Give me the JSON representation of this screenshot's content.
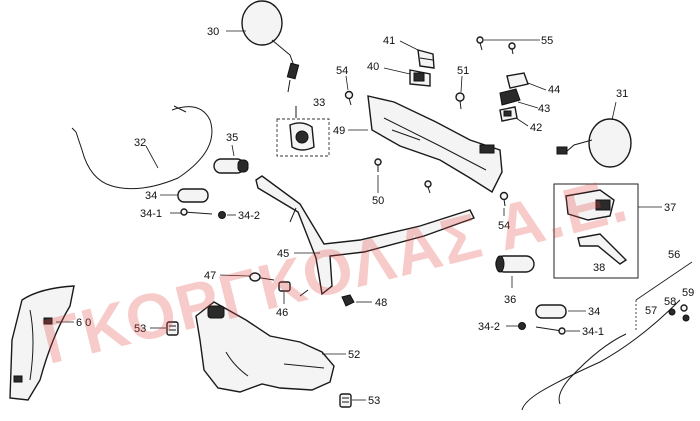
{
  "watermark": "ΓΚΟΡΓΚΟΛΑΣ Α.Ε.",
  "labels": {
    "p30": "30",
    "p41": "41",
    "p55": "55",
    "p54a": "54",
    "p40": "40",
    "p51": "51",
    "p44": "44",
    "p33": "33",
    "p43": "43",
    "p31": "31",
    "p49": "49",
    "p42": "42",
    "p32": "32",
    "p35": "35",
    "p50": "50",
    "p37": "37",
    "p34a": "34",
    "p34_1a": "34-1",
    "p34_2a": "34-2",
    "p54b": "54",
    "p45": "45",
    "p38": "38",
    "p56": "56",
    "p47": "47",
    "p46": "46",
    "p36": "36",
    "p58": "58",
    "p59": "59",
    "p60": "6 0",
    "p48": "48",
    "p57": "57",
    "p34b": "34",
    "p34_2b": "34-2",
    "p34_1b": "34-1",
    "p53a": "53",
    "p52": "52",
    "p53b": "53"
  }
}
